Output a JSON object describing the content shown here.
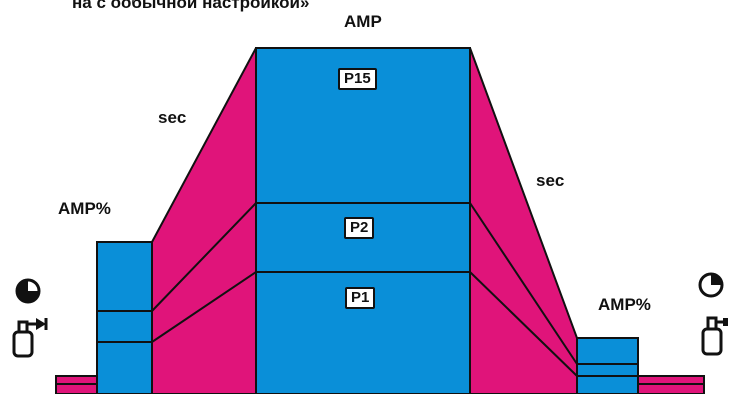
{
  "heading_fragment": "на с ообычной настройкой»",
  "labels": {
    "amp_top": "AMP",
    "sec_left": "sec",
    "sec_right": "sec",
    "amp_pct_left": "AMP%",
    "amp_pct_right": "AMP%"
  },
  "programs": {
    "p15": "P15",
    "p2": "P2",
    "p1": "P1"
  },
  "colors": {
    "current_blue": "#0a8fd8",
    "slope_magenta": "#e0147a",
    "outline": "#111111"
  },
  "icons": {
    "left_timer": "timer-icon",
    "left_gas": "gas-cylinder-icon",
    "right_timer": "timer-icon",
    "right_gas": "gas-cylinder-icon"
  }
}
